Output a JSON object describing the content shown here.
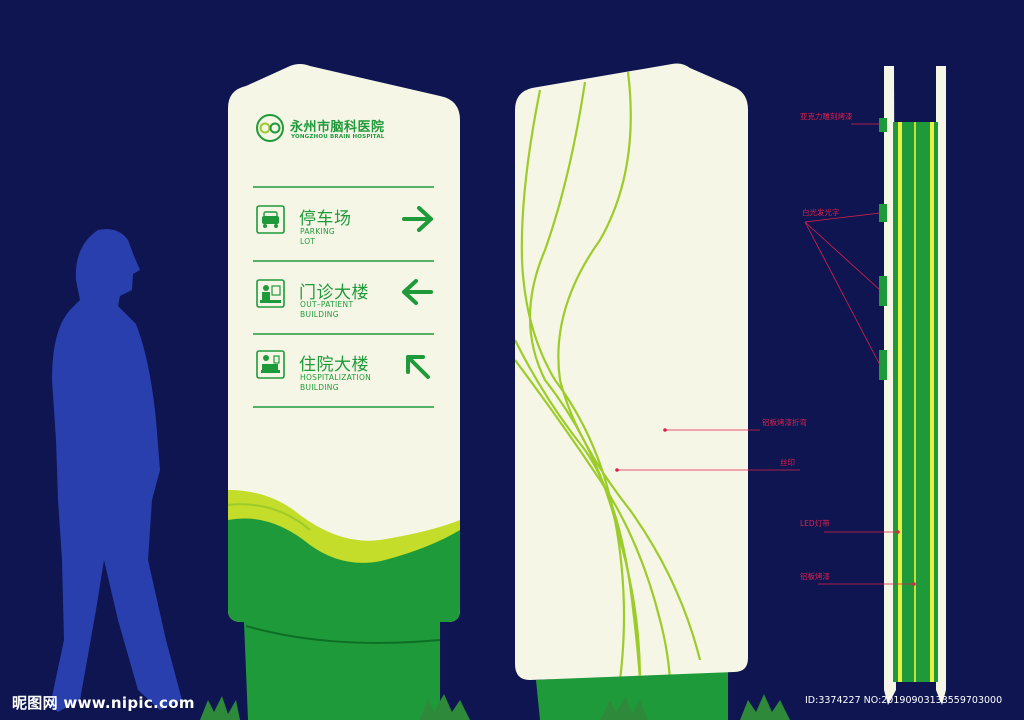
{
  "hospital": {
    "name_cn": "永州市脑科医院",
    "name_en": "YONGZHOU BRAIN HOSPITAL"
  },
  "directions": [
    {
      "cn": "停车场",
      "en": "PARKING\nLOT",
      "icon": "car-icon",
      "arrow": "arrow-right-icon"
    },
    {
      "cn": "门诊大楼",
      "en": "OUT–PATIENT\nBUILDING",
      "icon": "doctor-desk-icon",
      "arrow": "arrow-left-icon"
    },
    {
      "cn": "住院大楼",
      "en": "HOSPITALIZATION\nBUILDING",
      "icon": "hospital-bed-icon",
      "arrow": "arrow-up-left-icon"
    }
  ],
  "callouts": {
    "acrylic": "亚克力雕刻烤漆",
    "white_light": "白光发光字",
    "aluminum_panel": "铝板烤漆折弯",
    "silkscreen": "丝印",
    "led": "LED灯带",
    "aluminum_paint": "铝板烤漆"
  },
  "footer": {
    "watermark": "昵图网 www.nipic.com",
    "id_text": "ID:3374227 NO:20190903133559703000"
  },
  "colors": {
    "background": "#0e1550",
    "panel": "#f6f6e6",
    "green": "#1f9a3a",
    "lime": "#9ccc2a",
    "silhouette": "#2a3fae",
    "callout": "#e0204a"
  }
}
